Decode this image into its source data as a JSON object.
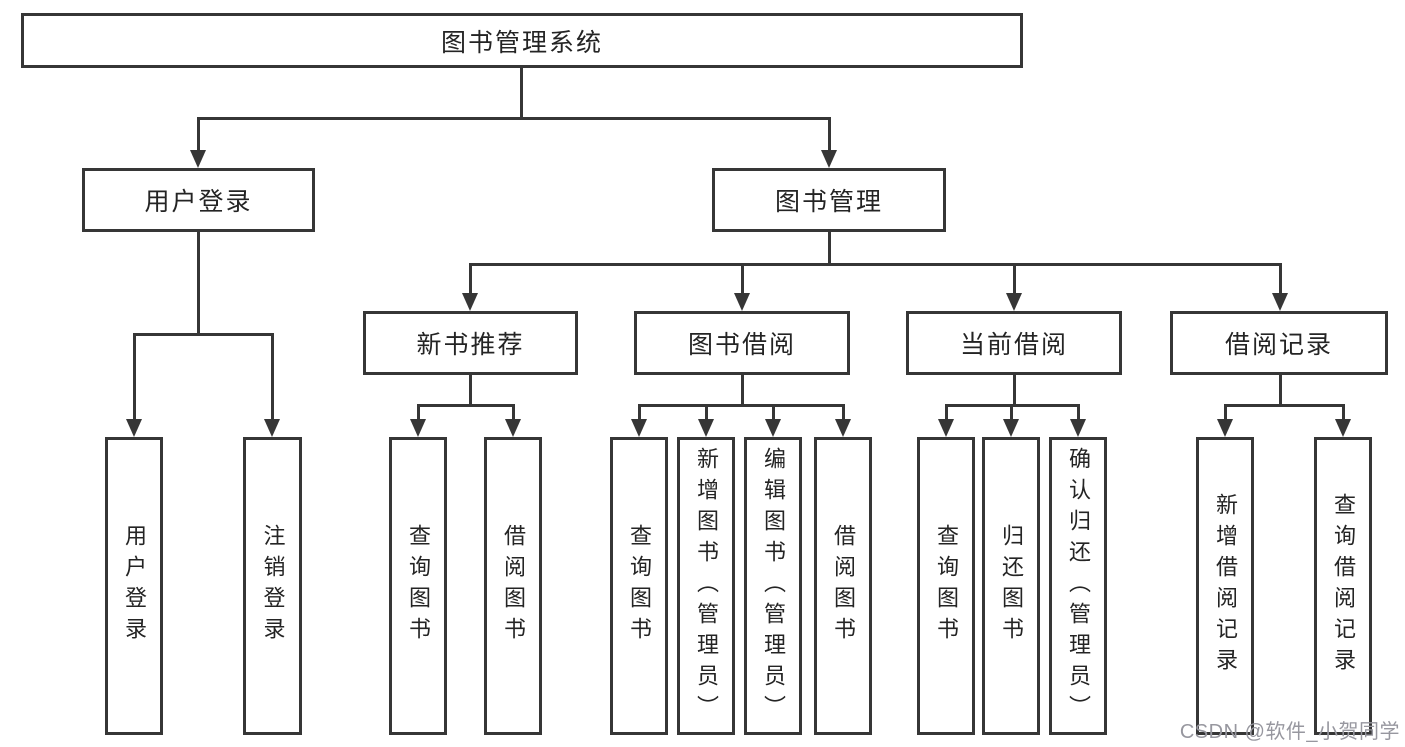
{
  "tree": {
    "label": "图书管理系统",
    "children": [
      {
        "label": "用户登录",
        "children": [
          {
            "label": "用户登录"
          },
          {
            "label": "注销登录"
          }
        ]
      },
      {
        "label": "图书管理",
        "children": [
          {
            "label": "新书推荐",
            "children": [
              {
                "label": "查询图书"
              },
              {
                "label": "借阅图书"
              }
            ]
          },
          {
            "label": "图书借阅",
            "children": [
              {
                "label": "查询图书"
              },
              {
                "label": "新增图书（管理员）"
              },
              {
                "label": "编辑图书（管理员）"
              },
              {
                "label": "借阅图书"
              }
            ]
          },
          {
            "label": "当前借阅",
            "children": [
              {
                "label": "查询图书"
              },
              {
                "label": "归还图书"
              },
              {
                "label": "确认归还（管理员）"
              }
            ]
          },
          {
            "label": "借阅记录",
            "children": [
              {
                "label": "新增借阅记录"
              },
              {
                "label": "查询借阅记录"
              }
            ]
          }
        ]
      }
    ]
  },
  "watermark": "CSDN @软件_小贺同学",
  "colors": {
    "line": "#363636",
    "text": "#242424",
    "watermark": "#97979f",
    "background": "#ffffff"
  }
}
